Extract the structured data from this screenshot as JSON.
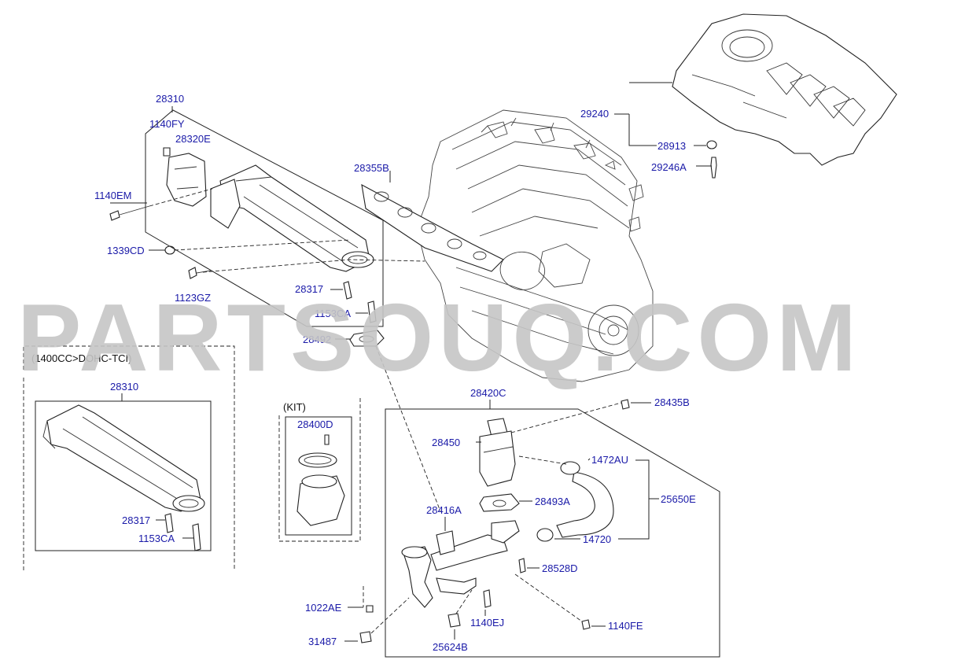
{
  "watermark": "PARTSOUQ.COM",
  "captions": {
    "variant": "(1400CC>DOHC-TCI)",
    "kit": "(KIT)"
  },
  "labels": {
    "p28310_top": "28310",
    "p1140FY": "1140FY",
    "p28320E": "28320E",
    "p28355B": "28355B",
    "p1140EM": "1140EM",
    "p1339CD": "1339CD",
    "p1123GZ": "1123GZ",
    "p28317_top": "28317",
    "p1153CA_top": "1153CA",
    "p28492": "28492",
    "p29240": "29240",
    "p28913": "28913",
    "p29246A": "29246A",
    "p28310_alt": "28310",
    "p28317_alt": "28317",
    "p1153CA_alt": "1153CA",
    "p28400D": "28400D",
    "p28420C": "28420C",
    "p28435B": "28435B",
    "p28450": "28450",
    "p1472AU": "1472AU",
    "p28493A": "28493A",
    "p25650E": "25650E",
    "p28416A": "28416A",
    "p14720": "14720",
    "p28528D": "28528D",
    "p1022AE": "1022AE",
    "p1140EJ": "1140EJ",
    "p1140FE": "1140FE",
    "p31487": "31487",
    "p25624B": "25624B"
  },
  "colors": {
    "label": "#1a1aa8",
    "line": "#222222",
    "watermark": "#c6c6c6"
  }
}
